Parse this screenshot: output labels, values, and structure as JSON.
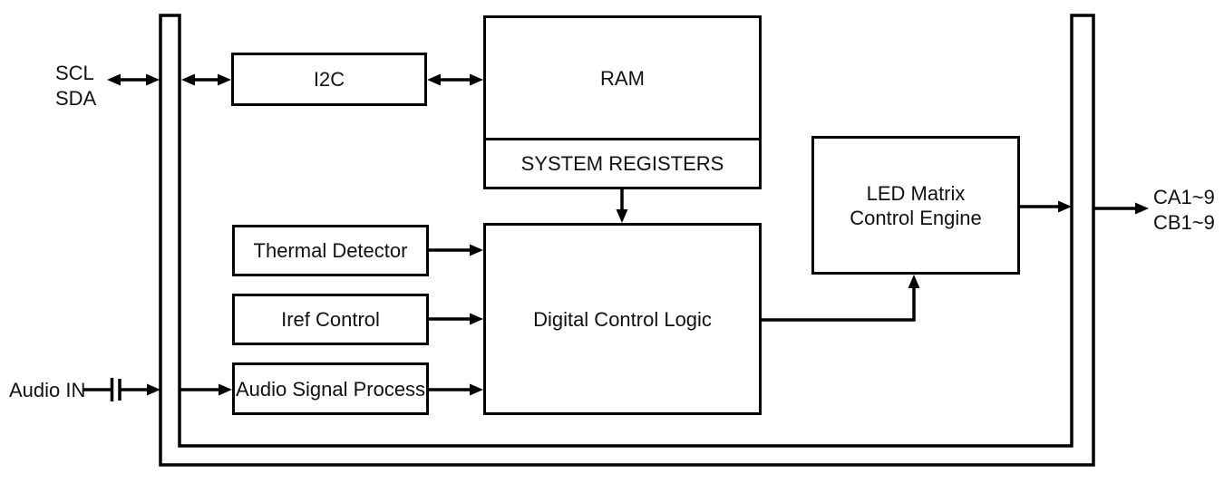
{
  "diagram": {
    "title_hint": "LED driver chip block diagram",
    "blocks": {
      "i2c": {
        "label": "I2C"
      },
      "ram": {
        "label": "RAM"
      },
      "system_registers": {
        "label": "SYSTEM REGISTERS"
      },
      "thermal_detector": {
        "label": "Thermal Detector"
      },
      "iref_control": {
        "label": "Iref Control"
      },
      "audio_signal_process": {
        "label": "Audio Signal Process"
      },
      "digital_control_logic": {
        "label": "Digital Control Logic"
      },
      "led_matrix_control_engine": {
        "label_line1": "LED Matrix",
        "label_line2": "Control Engine"
      }
    },
    "external_labels": {
      "scl": "SCL",
      "sda": "SDA",
      "audio_in": "Audio IN",
      "output_ca": "CA1~9",
      "output_cb": "CB1~9"
    },
    "colors": {
      "line": "#000000",
      "background": "#ffffff",
      "text": "#111111"
    }
  }
}
